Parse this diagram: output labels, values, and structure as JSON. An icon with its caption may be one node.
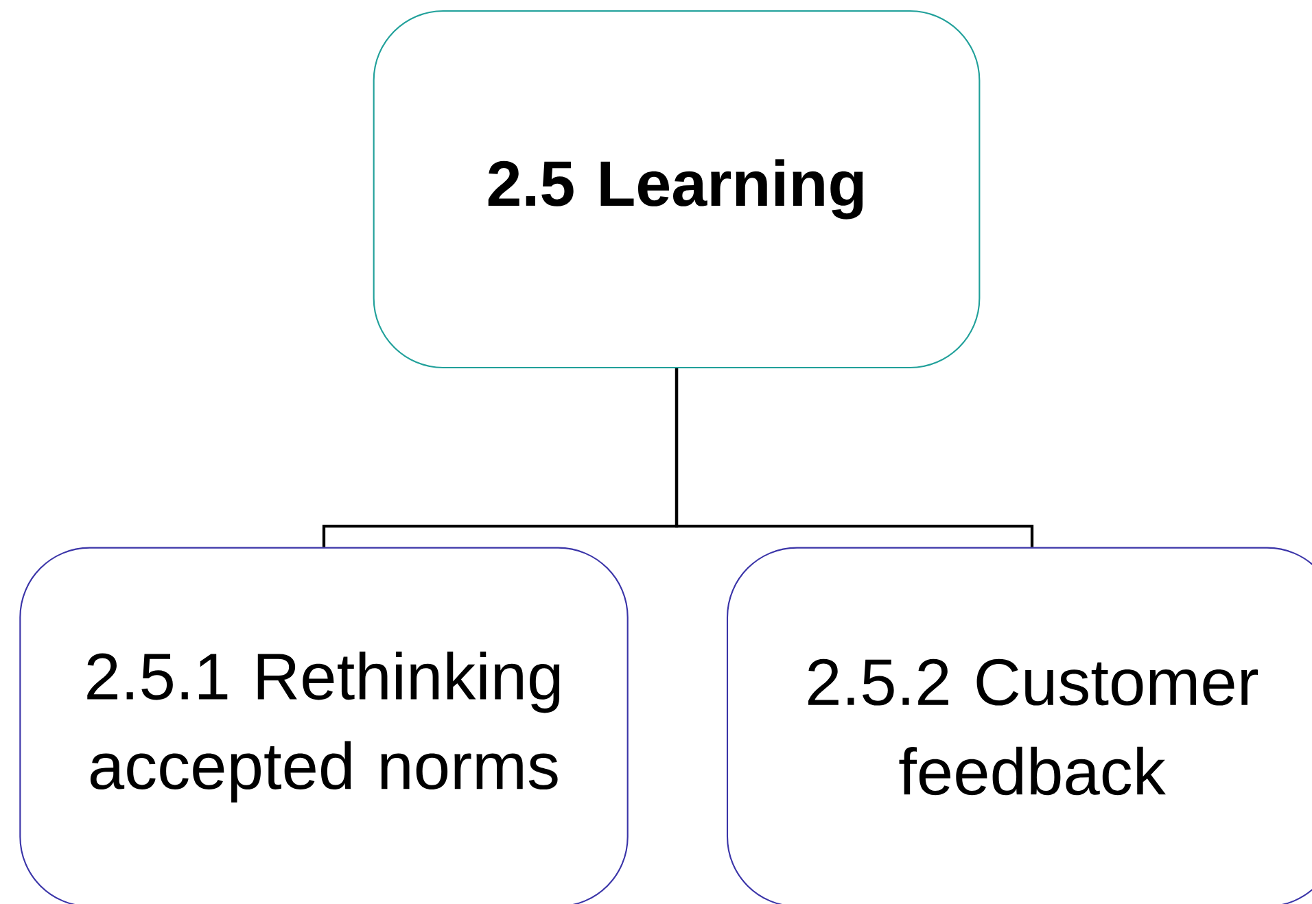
{
  "diagram": {
    "nodes": [
      {
        "text": [
          "2.5 Learning"
        ]
      },
      {
        "text": [
          "2.5.1 Rethinking accepted norms"
        ]
      },
      {
        "text": [
          "2.5.2 Customer feedback"
        ]
      }
    ],
    "edges": [
      {
        "from": 0,
        "to": 1,
        "arrow": "none"
      },
      {
        "from": 0,
        "to": 2,
        "arrow": "none"
      }
    ]
  }
}
